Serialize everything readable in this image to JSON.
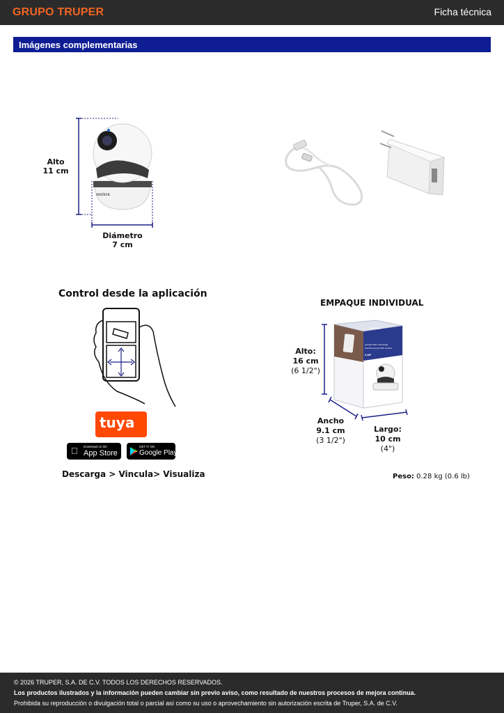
{
  "header": {
    "logo": "GRUPO TRUPER",
    "doc_type": "Ficha técnica"
  },
  "section": {
    "title": "Imágenes complementarias"
  },
  "camera_dims": {
    "height_label": "Alto",
    "height_value": "11 cm",
    "diameter_label": "Diámetro",
    "diameter_value": "7 cm"
  },
  "app": {
    "title": "Control desde la aplicación",
    "tuya": "tuya",
    "appstore_small": "Download on the",
    "appstore_big": "App Store",
    "googleplay_small": "GET IT ON",
    "googleplay_big": "Google Play",
    "steps": "Descarga > Vincula> Visualiza"
  },
  "package": {
    "title": "EMPAQUE INDIVIDUAL",
    "height_label": "Alto:",
    "height_value": "16 cm",
    "height_inch": "(6 1/2\")",
    "width_label": "Ancho",
    "width_value": "9.1 cm",
    "width_inch": "(3 1/2\")",
    "length_label": "Largo:",
    "length_value": "10 cm",
    "length_inch": "(4\")",
    "weight_label": "Peso:",
    "weight_value": "0.28 kg (0.6 lb)",
    "box_brand": "VOLTECK",
    "box_text1": "Cámara WiFi motorizada",
    "box_text2": "Pan/Tilt security WiFi camera",
    "box_mp": "3 MP"
  },
  "camera_brand": "VOLTECK",
  "footer": {
    "line1": "© 2026 TRUPER, S.A. DE C.V. TODOS LOS DERECHOS RESERVADOS.",
    "line2": "Los productos ilustrados y la información pueden cambiar sin previo aviso, como resultado de nuestros procesos de mejora continua.",
    "line3": "Prohibida su reproducción o divulgación total o parcial así como su uso o aprovechamiento sin autorización escrita de Truper, S.A. de C.V."
  },
  "colors": {
    "brand_orange": "#f26522",
    "section_blue": "#0f1d94",
    "dim_line": "#1b1f86",
    "dark_bar": "#2b2b2b"
  }
}
